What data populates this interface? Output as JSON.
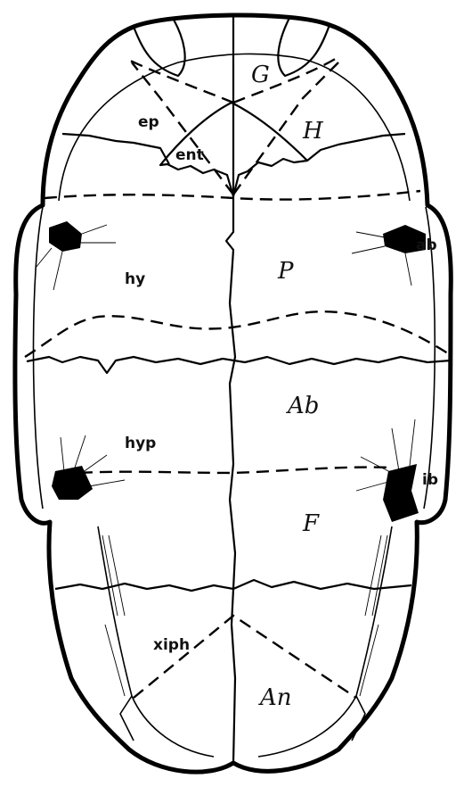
{
  "figure": {
    "colors": {
      "ink": "#000000",
      "paper": "#ffffff"
    },
    "bone_labels": [
      {
        "key": "ep",
        "text": "ep"
      },
      {
        "key": "ent",
        "text": "ent"
      },
      {
        "key": "hy",
        "text": "hy"
      },
      {
        "key": "hyp",
        "text": "hyp"
      },
      {
        "key": "xiph",
        "text": "xiph"
      },
      {
        "key": "ab",
        "text": "ab"
      },
      {
        "key": "ib",
        "text": "ib"
      }
    ],
    "scute_labels": [
      {
        "key": "G",
        "text": "G"
      },
      {
        "key": "H",
        "text": "H"
      },
      {
        "key": "P",
        "text": "P"
      },
      {
        "key": "Ab",
        "text": "Ab"
      },
      {
        "key": "F",
        "text": "F"
      },
      {
        "key": "An",
        "text": "An"
      }
    ]
  }
}
